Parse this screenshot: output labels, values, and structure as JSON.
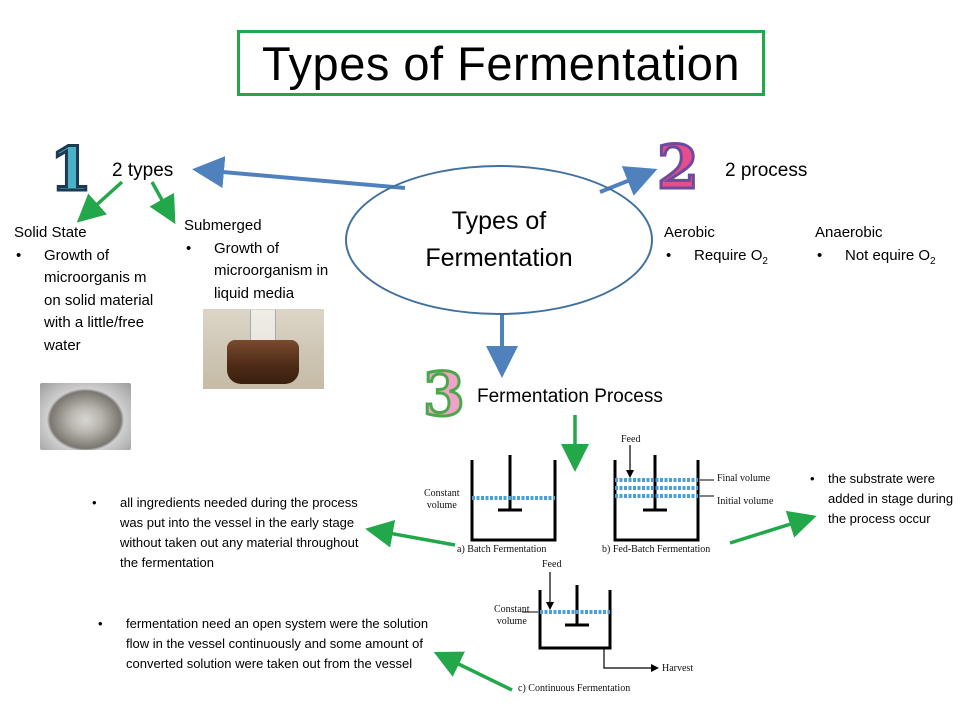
{
  "title": "Types of Fermentation",
  "center": {
    "line1": "Types of",
    "line2": "Fermentation"
  },
  "section1": {
    "number": "1",
    "heading": "2 types",
    "solid": {
      "title": "Solid State",
      "bullet": "Growth of microorganis m on solid material with a little/free water"
    },
    "submerged": {
      "title": "Submerged",
      "bullet": "Growth of microorganism in liquid media"
    }
  },
  "section2": {
    "number": "2",
    "heading": "2 process",
    "aerobic": {
      "title": "Aerobic",
      "bullet": "Require O",
      "sub": "2"
    },
    "anaerobic": {
      "title": "Anaerobic",
      "bullet": "Not equire O",
      "sub": "2"
    }
  },
  "section3": {
    "number": "3",
    "heading": "Fermentation Process",
    "batch_note": "all ingredients needed during the process was put into the vessel in the early stage without taken out any material throughout the fermentation",
    "fedbatch_note": "the substrate were added in stage during the process occur",
    "continuous_note": "fermentation need an open system were the solution flow in the vessel continuously and some amount of converted solution were taken out from the vessel"
  },
  "diagrams": {
    "constant_volume": "Constant\nvolume",
    "batch_caption": "a) Batch Fermentation",
    "feed": "Feed",
    "final_volume": "Final volume",
    "initial_volume": "Initial volume",
    "fedbatch_caption": "b) Fed-Batch Fermentation",
    "harvest": "Harvest",
    "continuous_caption": "c) Continuous Fermentation"
  },
  "colors": {
    "green": "#22a84a",
    "blue": "#4f81bd",
    "ellipse_border": "#41719c"
  }
}
